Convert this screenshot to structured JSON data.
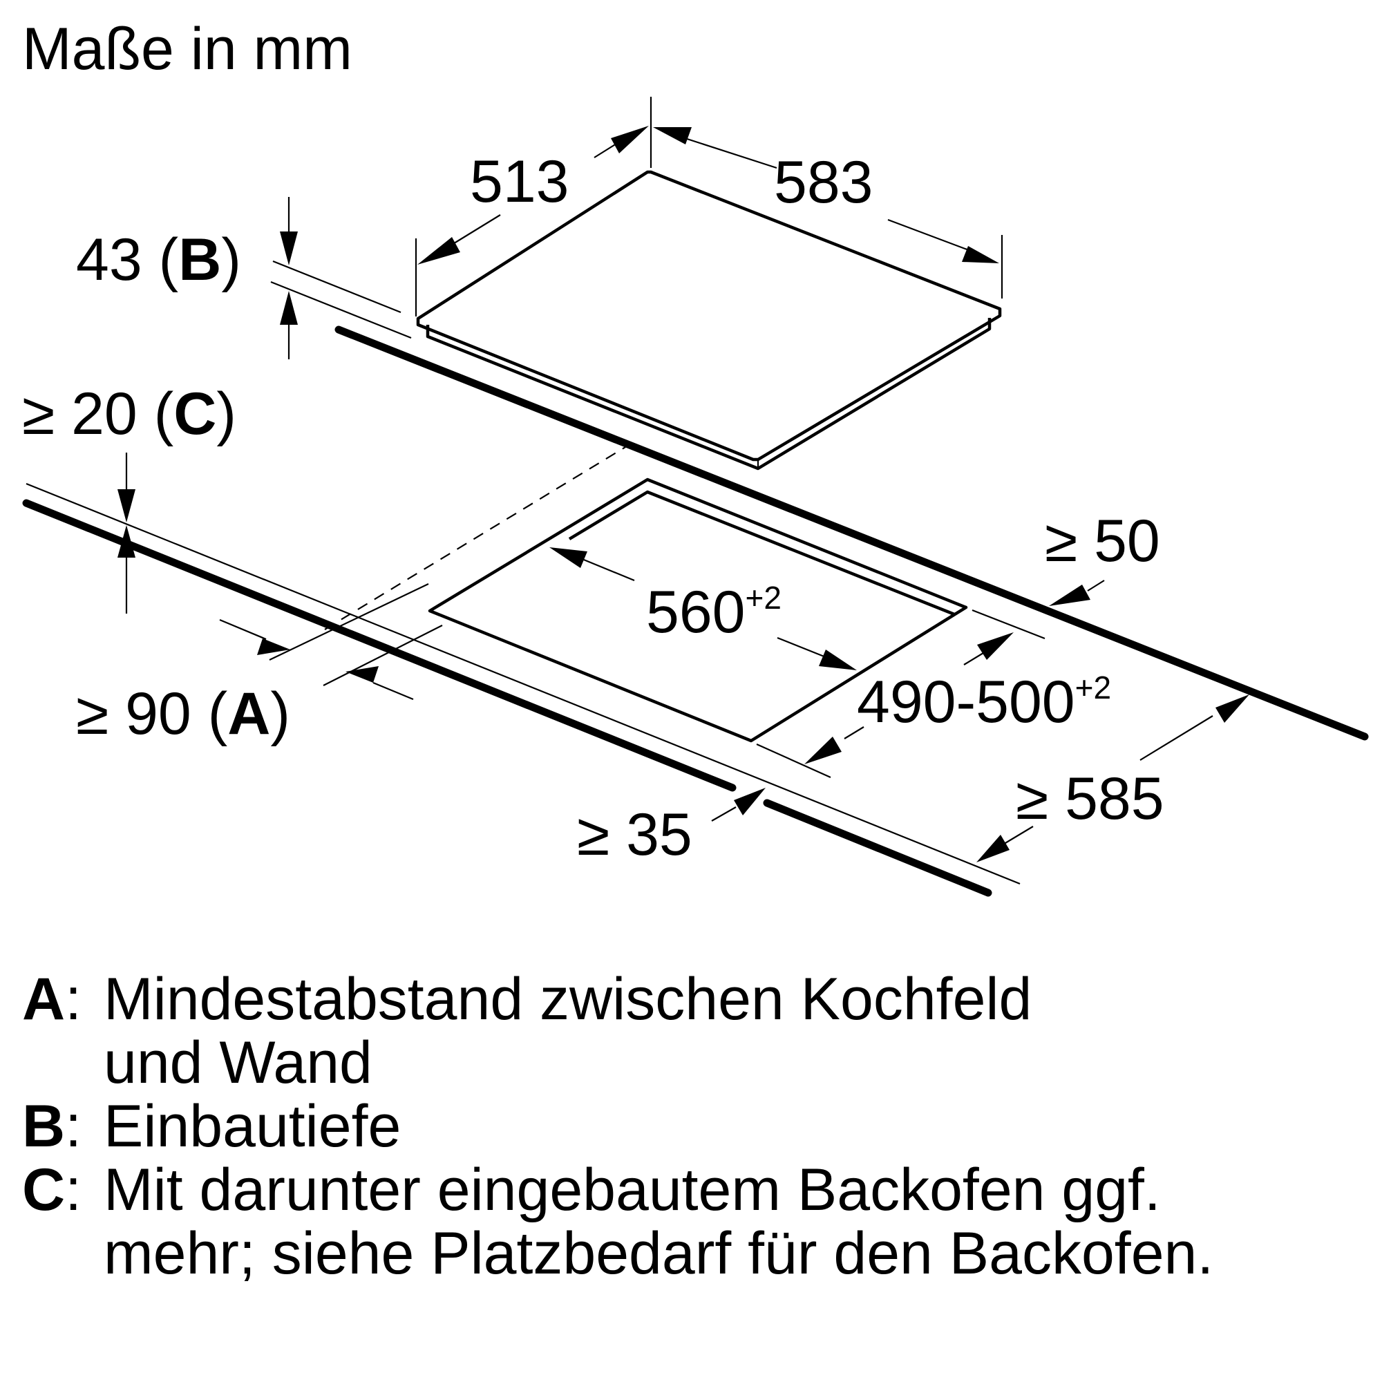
{
  "title": "Maße in mm",
  "dimensions": {
    "depth": "513",
    "width": "583",
    "height_value": "43 (",
    "height_letter": "B",
    "height_close": ")",
    "oven_gap_prefix": "≥ 20 (",
    "oven_gap_letter": "C",
    "oven_gap_close": ")",
    "back_clearance": "≥ 50",
    "cutout_width": "560",
    "cutout_width_tolerance": "+2",
    "cutout_depth": "490-500",
    "cutout_depth_tolerance": "+2",
    "wall_prefix": "≥ 90 (",
    "wall_letter": "A",
    "wall_close": ")",
    "front_edge": "≥ 35",
    "worktop_depth": "≥ 585"
  },
  "legend": [
    {
      "key": "A",
      "text": "Mindestabstand zwischen Kochfeld\nund Wand"
    },
    {
      "key": "B",
      "text": "Einbautiefe"
    },
    {
      "key": "C",
      "text": "Mit darunter eingebautem Backofen ggf.\nmehr; siehe Platzbedarf für den Backofen."
    }
  ]
}
